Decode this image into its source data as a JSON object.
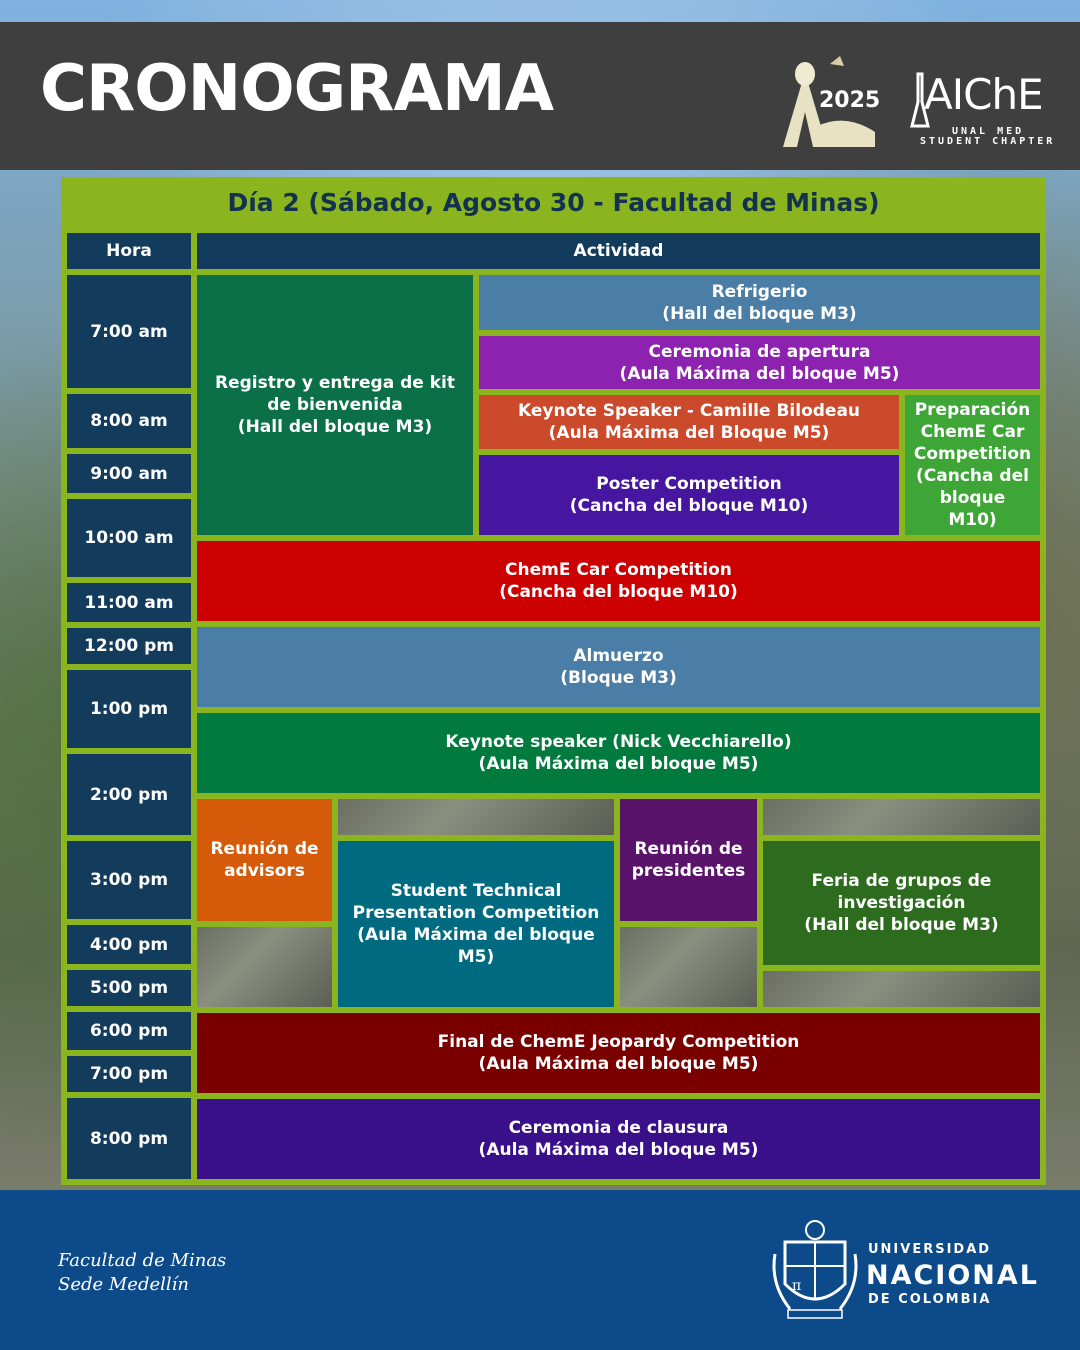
{
  "header": {
    "title": "CRONOGRAMA",
    "year_logo_text": "2025",
    "aiche_logo": {
      "word": "AIChE",
      "sub1": "UNAL MED",
      "sub2": "STUDENT CHAPTER"
    }
  },
  "schedule": {
    "day_title": "Día 2 (Sábado, Agosto 30 - Facultad de Minas)",
    "col_hora": "Hora",
    "col_actividad": "Actividad",
    "hours": [
      "7:00 am",
      "8:00 am",
      "9:00 am",
      "10:00 am",
      "11:00 am",
      "12:00 pm",
      "1:00 pm",
      "2:00 pm",
      "3:00 pm",
      "4:00 pm",
      "5:00 pm",
      "6:00 pm",
      "7:00 pm",
      "8:00 pm"
    ],
    "activities": {
      "registro": {
        "title": "Registro y entrega de kit de bienvenida",
        "place": "(Hall del bloque M3)",
        "color": "#0b7048"
      },
      "refrigerio": {
        "title": "Refrigerio",
        "place": "(Hall del bloque M3)",
        "color": "#4b7ea6"
      },
      "apertura": {
        "title": "Ceremonia de apertura",
        "place": "(Aula Máxima del bloque M5)",
        "color": "#8e22b0"
      },
      "keynote1": {
        "title": "Keynote Speaker - Camille Bilodeau",
        "place": "(Aula Máxima del Bloque M5)",
        "color": "#cc4a2c"
      },
      "preparacion": {
        "title": "Preparación ChemE Car Competition",
        "place": "(Cancha del bloque M10)",
        "color": "#3ea636"
      },
      "poster": {
        "title": "Poster Competition",
        "place": "(Cancha del bloque M10)",
        "color": "#4716a0"
      },
      "chemecar": {
        "title": "ChemE Car Competition",
        "place": "(Cancha del bloque M10)",
        "color": "#cc0000"
      },
      "almuerzo": {
        "title": "Almuerzo",
        "place": "(Bloque M3)",
        "color": "#4b7ea6"
      },
      "keynote2": {
        "title": "Keynote speaker (Nick Vecchiarello)",
        "place": "(Aula Máxima del bloque M5)",
        "color": "#007a3d"
      },
      "advisors": {
        "title": "Reunión de advisors",
        "color": "#d55a0a"
      },
      "stpc": {
        "title": "Student Technical Presentation Competition",
        "place": "(Aula Máxima del bloque M5)",
        "color": "#006a80"
      },
      "presidentes": {
        "title": "Reunión de presidentes",
        "color": "#5a136b"
      },
      "feria": {
        "title": "Feria de grupos de investigación",
        "place": "(Hall del bloque M3)",
        "color": "#2d6b1e"
      },
      "jeopardy": {
        "title": "Final de ChemE Jeopardy Competition",
        "place": "(Aula Máxima del bloque M5)",
        "color": "#7a0000"
      },
      "clausura": {
        "title": "Ceremonia de clausura",
        "place": "(Aula Máxima del bloque M5)",
        "color": "#3a0f8a"
      }
    }
  },
  "footer": {
    "faculty_line1": "Facultad de Minas",
    "faculty_line2": "Sede Medellín",
    "university_line1": "UNIVERSIDAD",
    "university_line2": "NACIONAL",
    "university_line3": "DE COLOMBIA"
  }
}
